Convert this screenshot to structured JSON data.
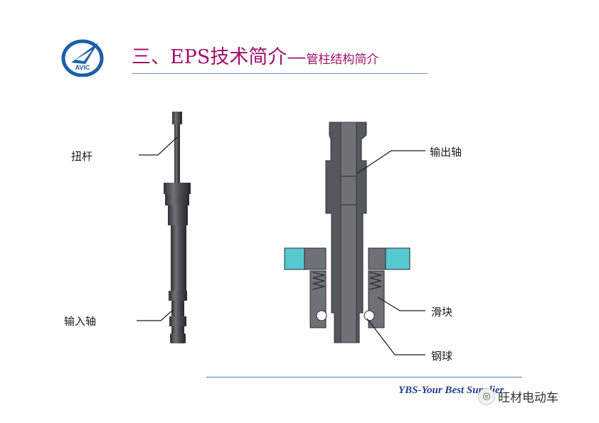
{
  "header": {
    "title_main": "三、EPS技术简介",
    "title_dash": "—",
    "title_sub": "管柱结构简介",
    "logo_text": "AVIC"
  },
  "labels": {
    "torsion_bar": "扭杆",
    "input_shaft": "输入轴",
    "output_shaft": "输出轴",
    "slider": "滑块",
    "steel_ball": "钢球"
  },
  "footer": {
    "slogan": "YBS-Your Best Supplier",
    "watermark": "旺材电动车"
  },
  "colors": {
    "title": "#a0106e",
    "rule": "#6a8fc0",
    "footer_text": "#1f3f8f",
    "part_dark": "#4a4d52",
    "part_mid": "#6b6e73",
    "part_light": "#8d9095",
    "housing_cyan": "#55c8d0"
  }
}
